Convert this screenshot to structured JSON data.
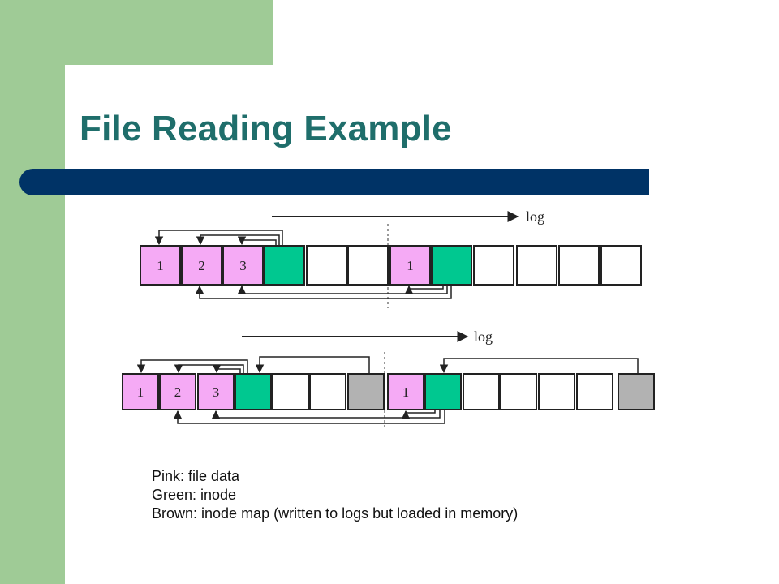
{
  "slide": {
    "title": "File Reading Example"
  },
  "colors": {
    "file_data": "#f5aaf5",
    "inode": "#00c890",
    "inode_map": "#b2b2b2",
    "empty": "#ffffff",
    "title": "#1f6e6b",
    "title_bar": "#003366",
    "side_band": "#9fcb96"
  },
  "diagram": {
    "top": {
      "log_label": "log",
      "blocks": [
        {
          "kind": "file_data",
          "label": "1"
        },
        {
          "kind": "file_data",
          "label": "2"
        },
        {
          "kind": "file_data",
          "label": "3"
        },
        {
          "kind": "inode",
          "label": ""
        },
        {
          "kind": "empty",
          "label": ""
        },
        {
          "kind": "empty",
          "label": ""
        },
        {
          "kind": "file_data",
          "label": "1"
        },
        {
          "kind": "inode",
          "label": ""
        },
        {
          "kind": "empty",
          "label": ""
        },
        {
          "kind": "empty",
          "label": ""
        },
        {
          "kind": "empty",
          "label": ""
        },
        {
          "kind": "empty",
          "label": ""
        }
      ]
    },
    "bottom": {
      "log_label": "log",
      "blocks": [
        {
          "kind": "file_data",
          "label": "1"
        },
        {
          "kind": "file_data",
          "label": "2"
        },
        {
          "kind": "file_data",
          "label": "3"
        },
        {
          "kind": "inode",
          "label": ""
        },
        {
          "kind": "empty",
          "label": ""
        },
        {
          "kind": "empty",
          "label": ""
        },
        {
          "kind": "inode_map",
          "label": ""
        },
        {
          "kind": "file_data",
          "label": "1"
        },
        {
          "kind": "inode",
          "label": ""
        },
        {
          "kind": "empty",
          "label": ""
        },
        {
          "kind": "empty",
          "label": ""
        },
        {
          "kind": "empty",
          "label": ""
        },
        {
          "kind": "empty",
          "label": ""
        },
        {
          "kind": "inode_map",
          "label": ""
        }
      ]
    }
  },
  "legend": {
    "pink": "Pink: file data",
    "green": "Green: inode",
    "brown": "Brown: inode map (written to logs but loaded in memory)"
  }
}
